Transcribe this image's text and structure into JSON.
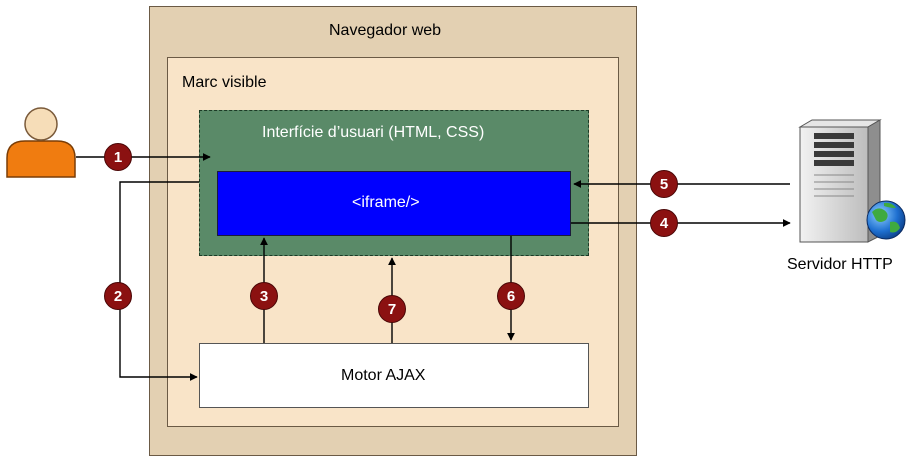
{
  "browser": {
    "title": "Navegador web"
  },
  "frame": {
    "title": "Marc visible"
  },
  "ui": {
    "title": "Interfície d’usuari (HTML, CSS)"
  },
  "iframe": {
    "label": "<iframe/>"
  },
  "engine": {
    "label": "Motor AJAX"
  },
  "server": {
    "label": "Servidor HTTP",
    "icon": "server-tower-icon",
    "globe_icon": "globe-icon"
  },
  "user": {
    "icon": "user-icon"
  },
  "steps": [
    "1",
    "2",
    "3",
    "4",
    "5",
    "6",
    "7"
  ],
  "colors": {
    "browser_fill": "#e3d0b2",
    "frame_fill": "#f9e4c8",
    "ui_fill": "#5a8a68",
    "iframe_fill": "#0000ff",
    "engine_fill": "#ffffff",
    "step_fill": "#8b1111",
    "user_body": "#f07c10",
    "user_head": "#f6ddb8"
  }
}
